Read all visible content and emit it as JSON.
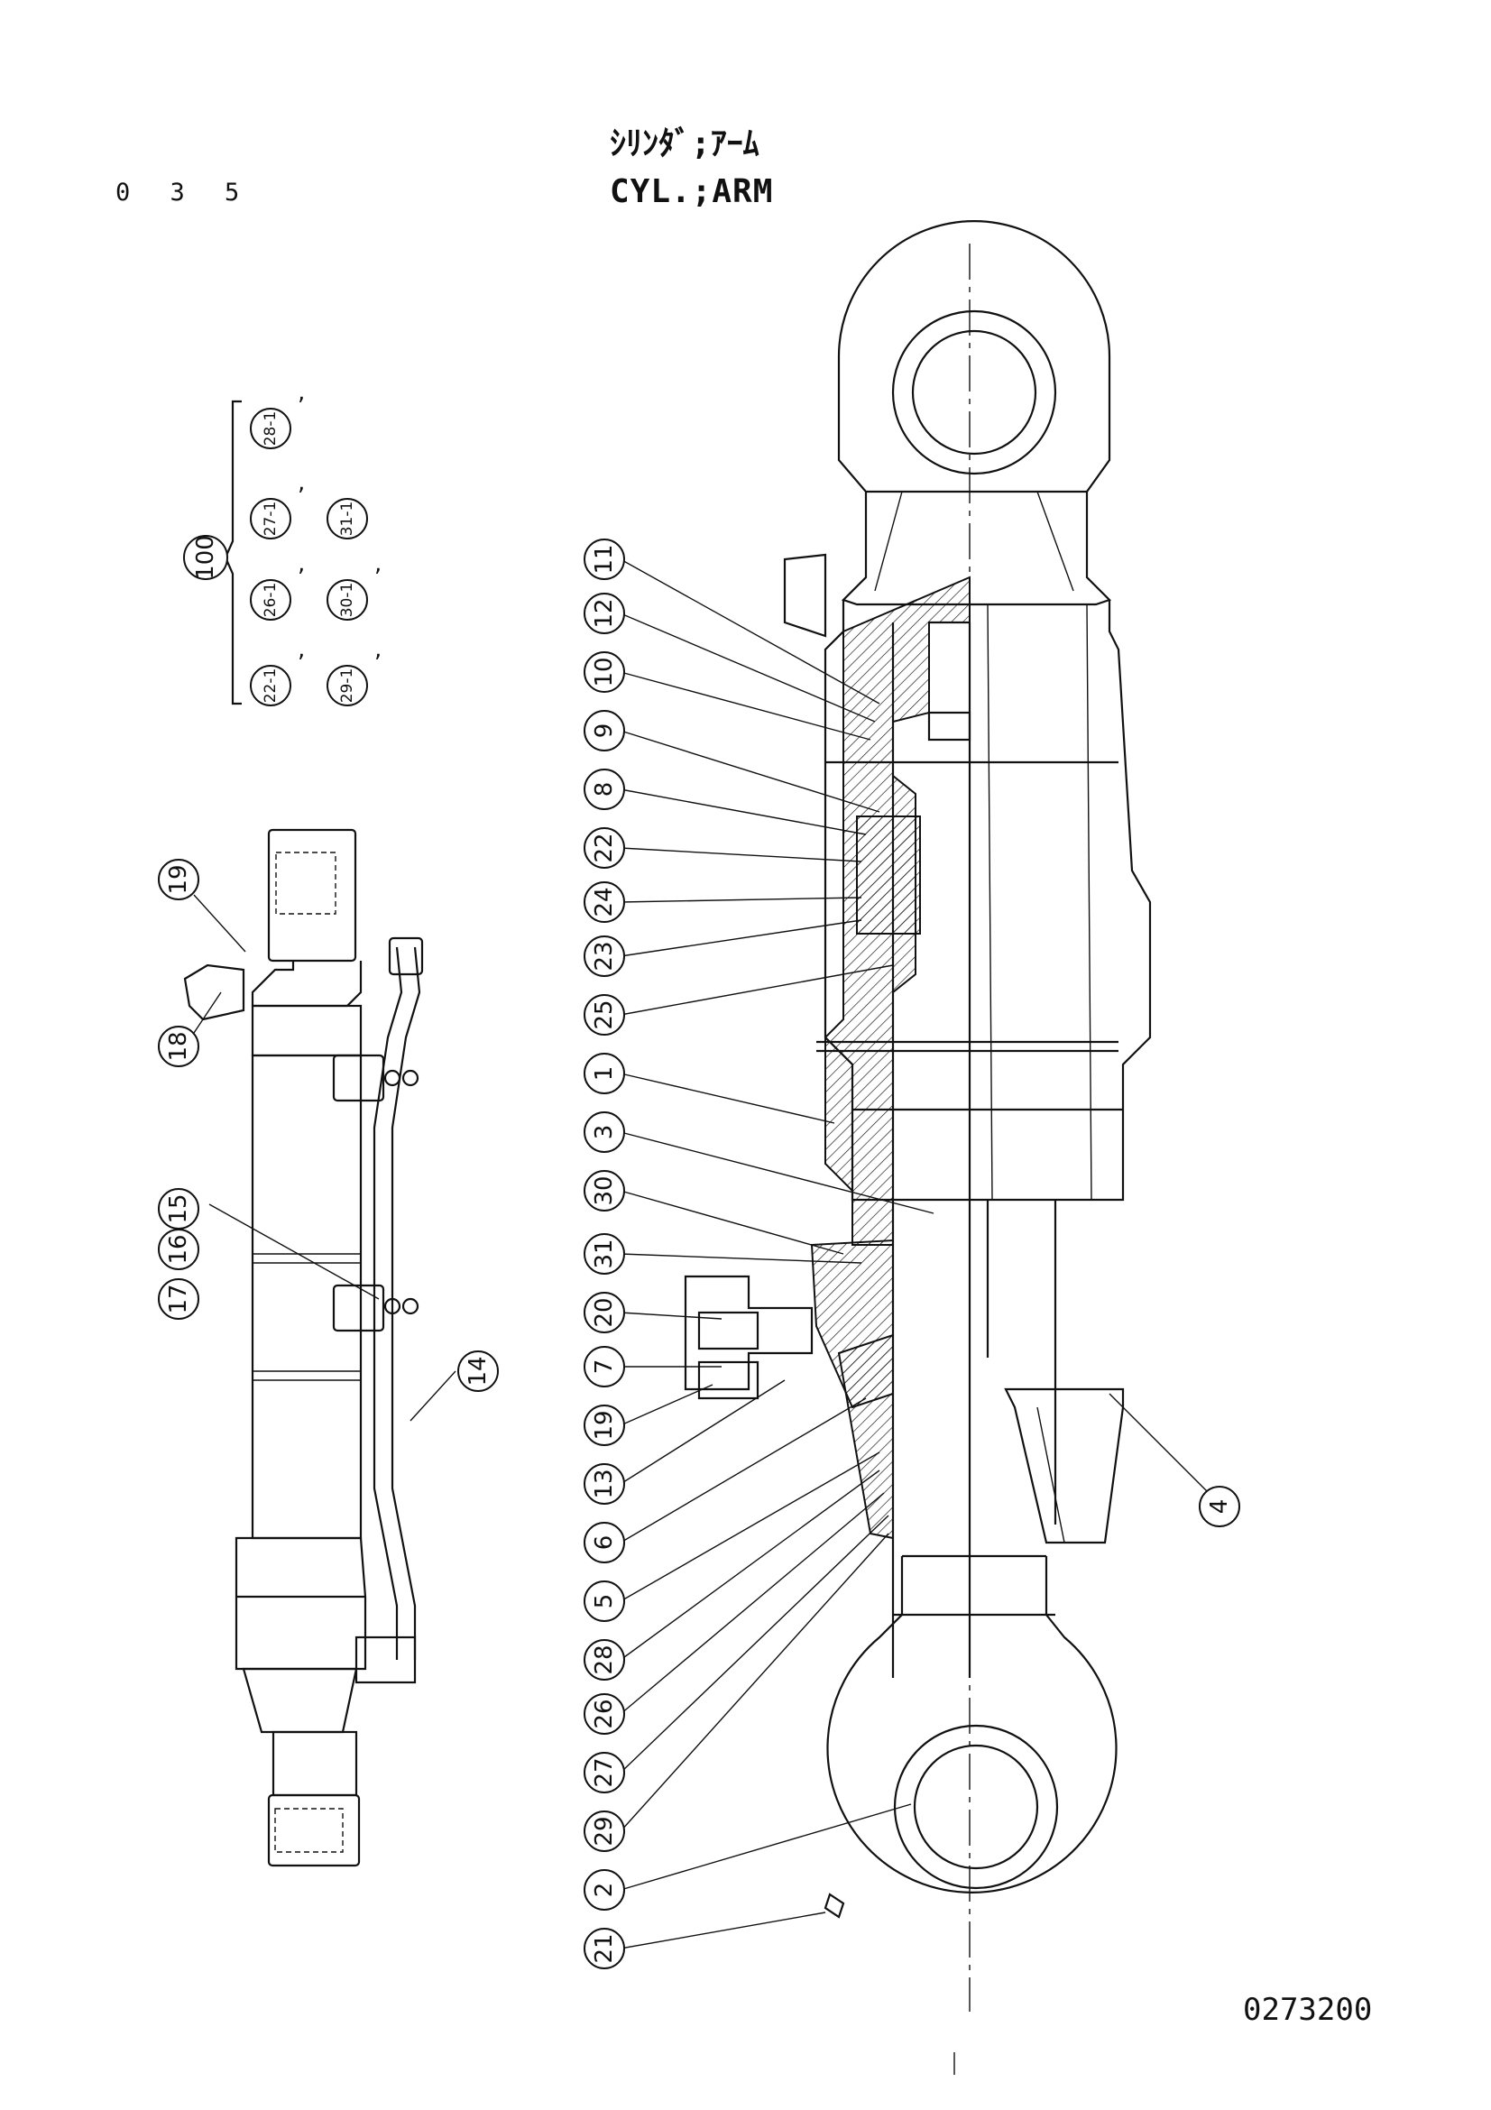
{
  "header": {
    "page_number": "0 3 5",
    "title_jp": "ｼﾘﾝﾀﾞ;ｱｰﾑ",
    "title_en": "CYL.;ARM"
  },
  "footer": {
    "drawing_number": "0273200"
  },
  "kit": {
    "label": "100",
    "items": [
      "22-1",
      "26-1",
      "27-1",
      "28-1",
      "29-1",
      "30-1",
      "31-1"
    ],
    "separator": ","
  },
  "section_callouts": [
    "11",
    "12",
    "10",
    "9",
    "8",
    "22",
    "24",
    "23",
    "25",
    "1",
    "3",
    "30",
    "31",
    "20",
    "7",
    "19",
    "13",
    "6",
    "5",
    "28",
    "26",
    "27",
    "29",
    "2",
    "21"
  ],
  "side_callouts": [
    "19",
    "18",
    "15",
    "16",
    "17",
    "14",
    "4"
  ]
}
